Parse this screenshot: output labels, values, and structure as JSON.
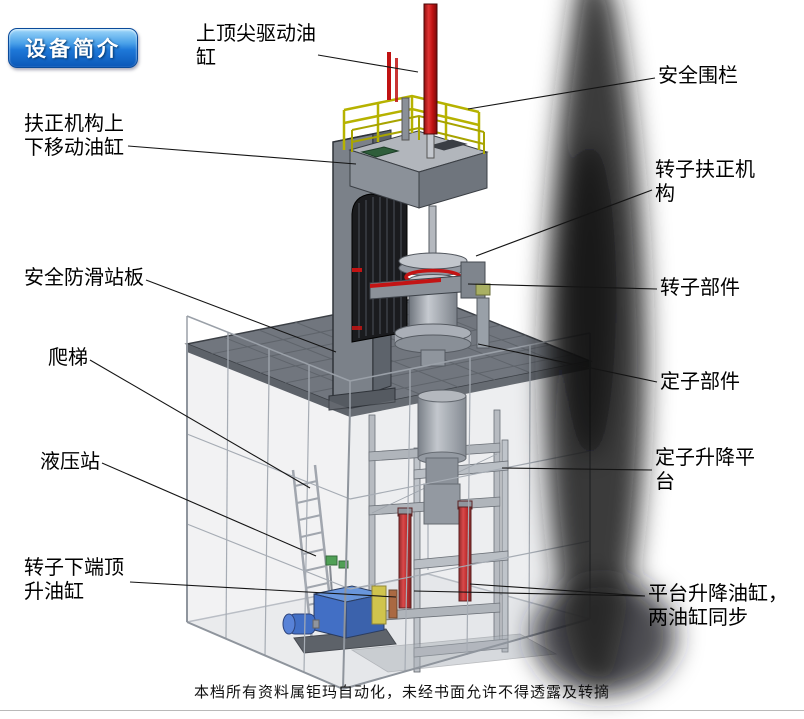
{
  "badge": {
    "label": "设备简介"
  },
  "labels": [
    {
      "id": "top-tip-drive-cylinder",
      "text": "上顶尖驱动油缸"
    },
    {
      "id": "safety-fence",
      "text": "安全围栏"
    },
    {
      "id": "centering-updown-cylinder",
      "text": "扶正机构上下移动油缸"
    },
    {
      "id": "rotor-centering-mechanism",
      "text": "转子扶正机构"
    },
    {
      "id": "antislip-standing-plate",
      "text": "安全防滑站板"
    },
    {
      "id": "rotor-component",
      "text": "转子部件"
    },
    {
      "id": "ladder",
      "text": "爬梯"
    },
    {
      "id": "stator-component",
      "text": "定子部件"
    },
    {
      "id": "hydraulic-station",
      "text": "液压站"
    },
    {
      "id": "stator-lifting-platform",
      "text": "定子升降平台"
    },
    {
      "id": "rotor-bottom-jack-cylinder",
      "text": "转子下端顶升油缸"
    },
    {
      "id": "platform-lift-cylinders",
      "text": "平台升降油缸，两油缸同步"
    }
  ],
  "footer": {
    "text": "本档所有资料属钜玛自动化，未经书面允许不得透露及转摘"
  },
  "colors": {
    "badge_blue": "#1e78d8",
    "cylinder_red": "#c01212",
    "railing_yellow": "#b6b200",
    "hydraulic_blue": "#2f62c4",
    "frame_gray": "#8b9199"
  }
}
